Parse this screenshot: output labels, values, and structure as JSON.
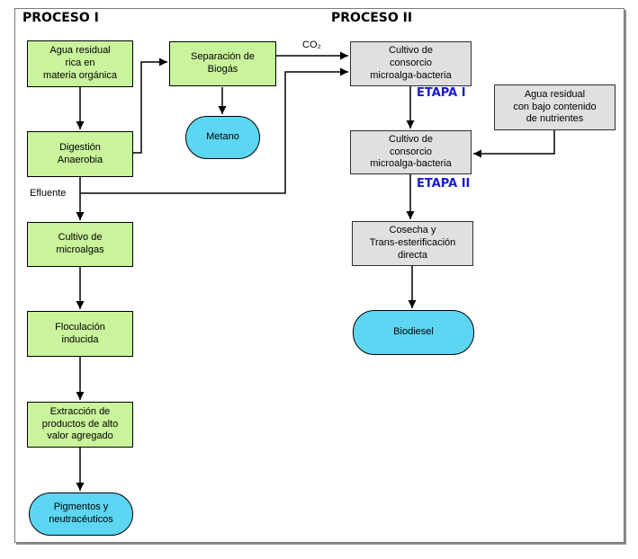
{
  "diagram": {
    "process1": {
      "title": "PROCESO I"
    },
    "process2": {
      "title": "PROCESO II"
    },
    "nodes": {
      "agua_organica": {
        "label": "Agua residual\nrica en\nmateria orgánica",
        "type": "process-step"
      },
      "separacion_biogas": {
        "label": "Separación de\nBiogás",
        "type": "process-step"
      },
      "metano": {
        "label": "Metano",
        "type": "product"
      },
      "digestion": {
        "label": "Digestión\nAnaerobia",
        "type": "process-step"
      },
      "cultivo_microalgas": {
        "label": "Cultivo de\nmicroalgas",
        "type": "process-step"
      },
      "floculacion": {
        "label": "Floculación\ninducida",
        "type": "process-step"
      },
      "extraccion": {
        "label": "Extracción de\nproductos de alto\nvalor agregado",
        "type": "process-step"
      },
      "pigmentos": {
        "label": "Pigmentos y\nneutracéuticos",
        "type": "product"
      },
      "cultivo_consorcio_1": {
        "label": "Cultivo de\nconsorcio\nmicroalga-bacteria",
        "type": "process-step"
      },
      "agua_nutrientes": {
        "label": "Agua residual\ncon bajo contenido\nde nutrientes",
        "type": "process-step"
      },
      "cultivo_consorcio_2": {
        "label": "Cultivo de\nconsorcio\nmicroalga-bacteria",
        "type": "process-step"
      },
      "cosecha": {
        "label": "Cosecha y\nTrans-esterificación\ndirecta",
        "type": "process-step"
      },
      "biodiesel": {
        "label": "Biodiesel",
        "type": "product"
      }
    },
    "edge_labels": {
      "co2": "CO₂",
      "efluente": "Efluente",
      "etapa1": "ETAPA I",
      "etapa2": "ETAPA II"
    },
    "colors": {
      "process1_box": "#c9f49b",
      "process2_box": "#e0e0e0",
      "product_shape": "#5cd6f2",
      "etapa_label": "#1a1acc",
      "connector": "#000000",
      "frame_border": "#7a7a7a"
    }
  }
}
